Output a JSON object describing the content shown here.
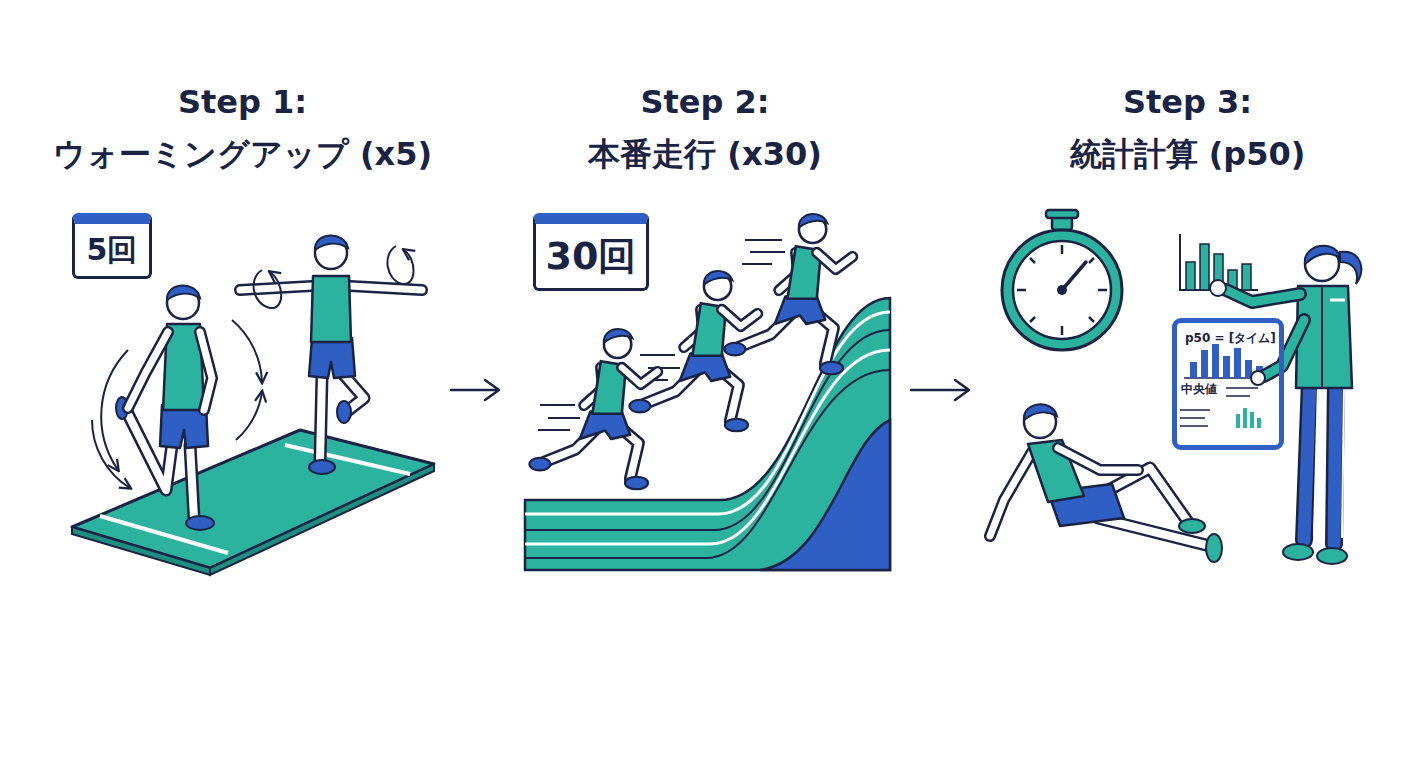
{
  "diagram": {
    "nodes": [
      {
        "text": [
          "Step 1:",
          "ウォーミングアップ (x5)"
        ]
      },
      {
        "text": [
          "5回"
        ],
        "in": 0
      },
      {
        "text": [
          "Step 2:",
          "本番走行 (x30)"
        ]
      },
      {
        "text": [
          "30回"
        ],
        "in": 2
      },
      {
        "text": [
          "Step 3:",
          "統計計算 (p50)"
        ]
      },
      {
        "text": [
          "p50 = [タイム]",
          "中央値"
        ],
        "in": 4
      }
    ],
    "edges": [
      {
        "from": 0,
        "to": 2,
        "arrow": "to"
      },
      {
        "from": 2,
        "to": 4,
        "arrow": "to"
      }
    ]
  }
}
